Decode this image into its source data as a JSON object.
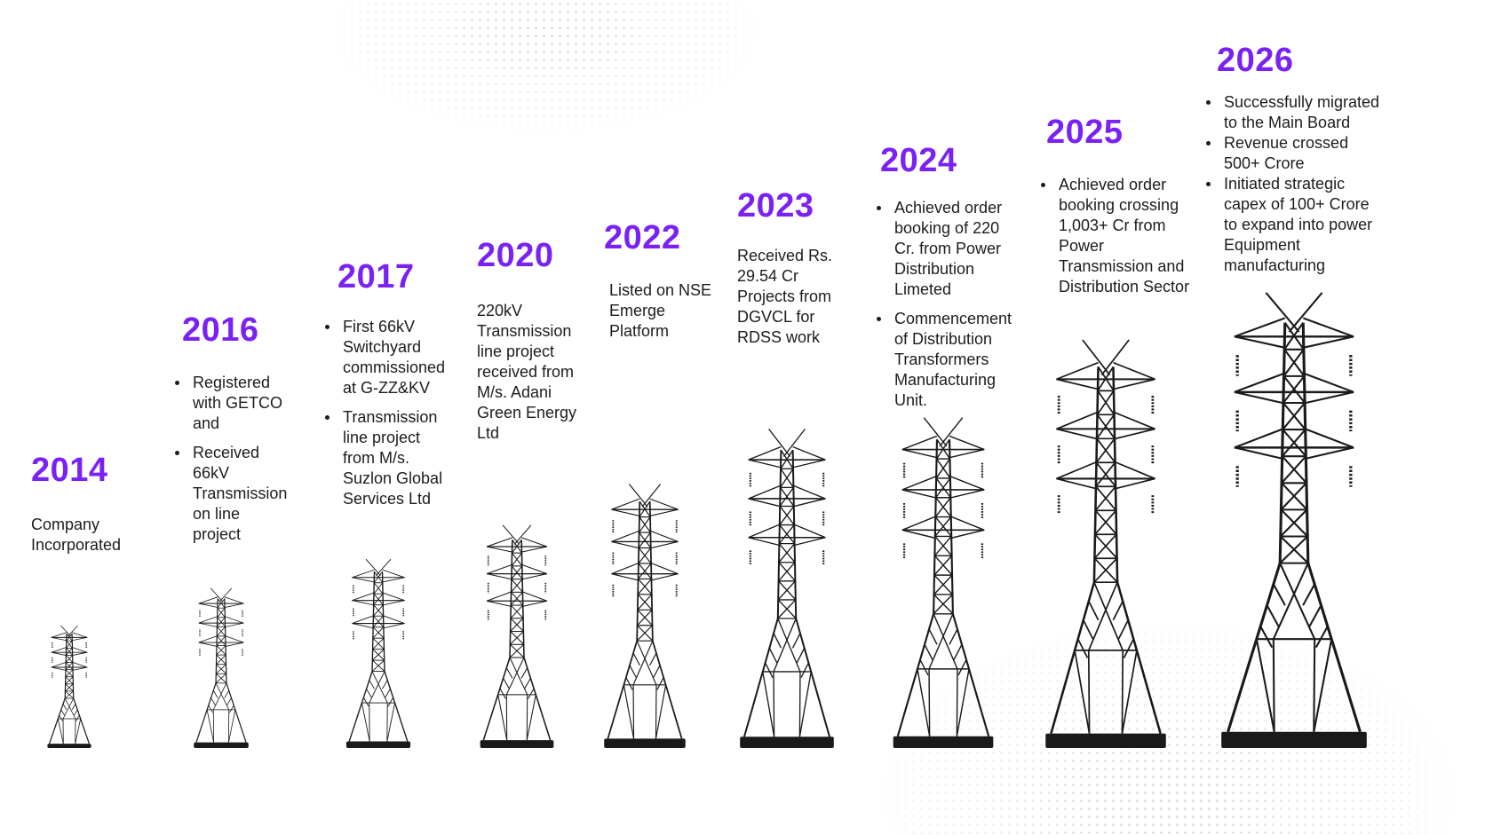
{
  "colors": {
    "accent": "#7a22f4",
    "text": "#1c1c1c",
    "tower": "#1a1a1a"
  },
  "milestones": [
    {
      "year": "2014",
      "text": "Company Incorporated",
      "bullets": []
    },
    {
      "year": "2016",
      "text": "",
      "bullets": [
        "Registered with GETCO and",
        "Received 66kV Transmission on line project"
      ]
    },
    {
      "year": "2017",
      "text": "",
      "bullets": [
        "First 66kV Switchyard commissioned at G-ZZ&KV",
        "Transmission line project from M/s. Suzlon Global Services Ltd"
      ]
    },
    {
      "year": "2020",
      "text": "220kV Transmission line project received from M/s. Adani Green Energy Ltd",
      "bullets": []
    },
    {
      "year": "2022",
      "text": "Listed on NSE Emerge Platform",
      "bullets": []
    },
    {
      "year": "2023",
      "text": "Received Rs. 29.54 Cr Projects from DGVCL for RDSS work",
      "bullets": []
    },
    {
      "year": "2024",
      "text": "",
      "bullets": [
        "Achieved order booking of 220 Cr. from Power Distribution Limeted",
        "Commencement of Distribution Transformers Manufacturing Unit."
      ]
    },
    {
      "year": "2025",
      "text": "",
      "bullets": [
        "Achieved order booking crossing 1,003+ Cr from Power Transmission and Distribution Sector"
      ]
    },
    {
      "year": "2026",
      "text": "",
      "bullets": [
        "Successfully migrated to the Main Board",
        "Revenue crossed 500+ Crore",
        "Initiated strategic capex of 100+ Crore to expand into power Equipment manufacturing"
      ]
    }
  ]
}
